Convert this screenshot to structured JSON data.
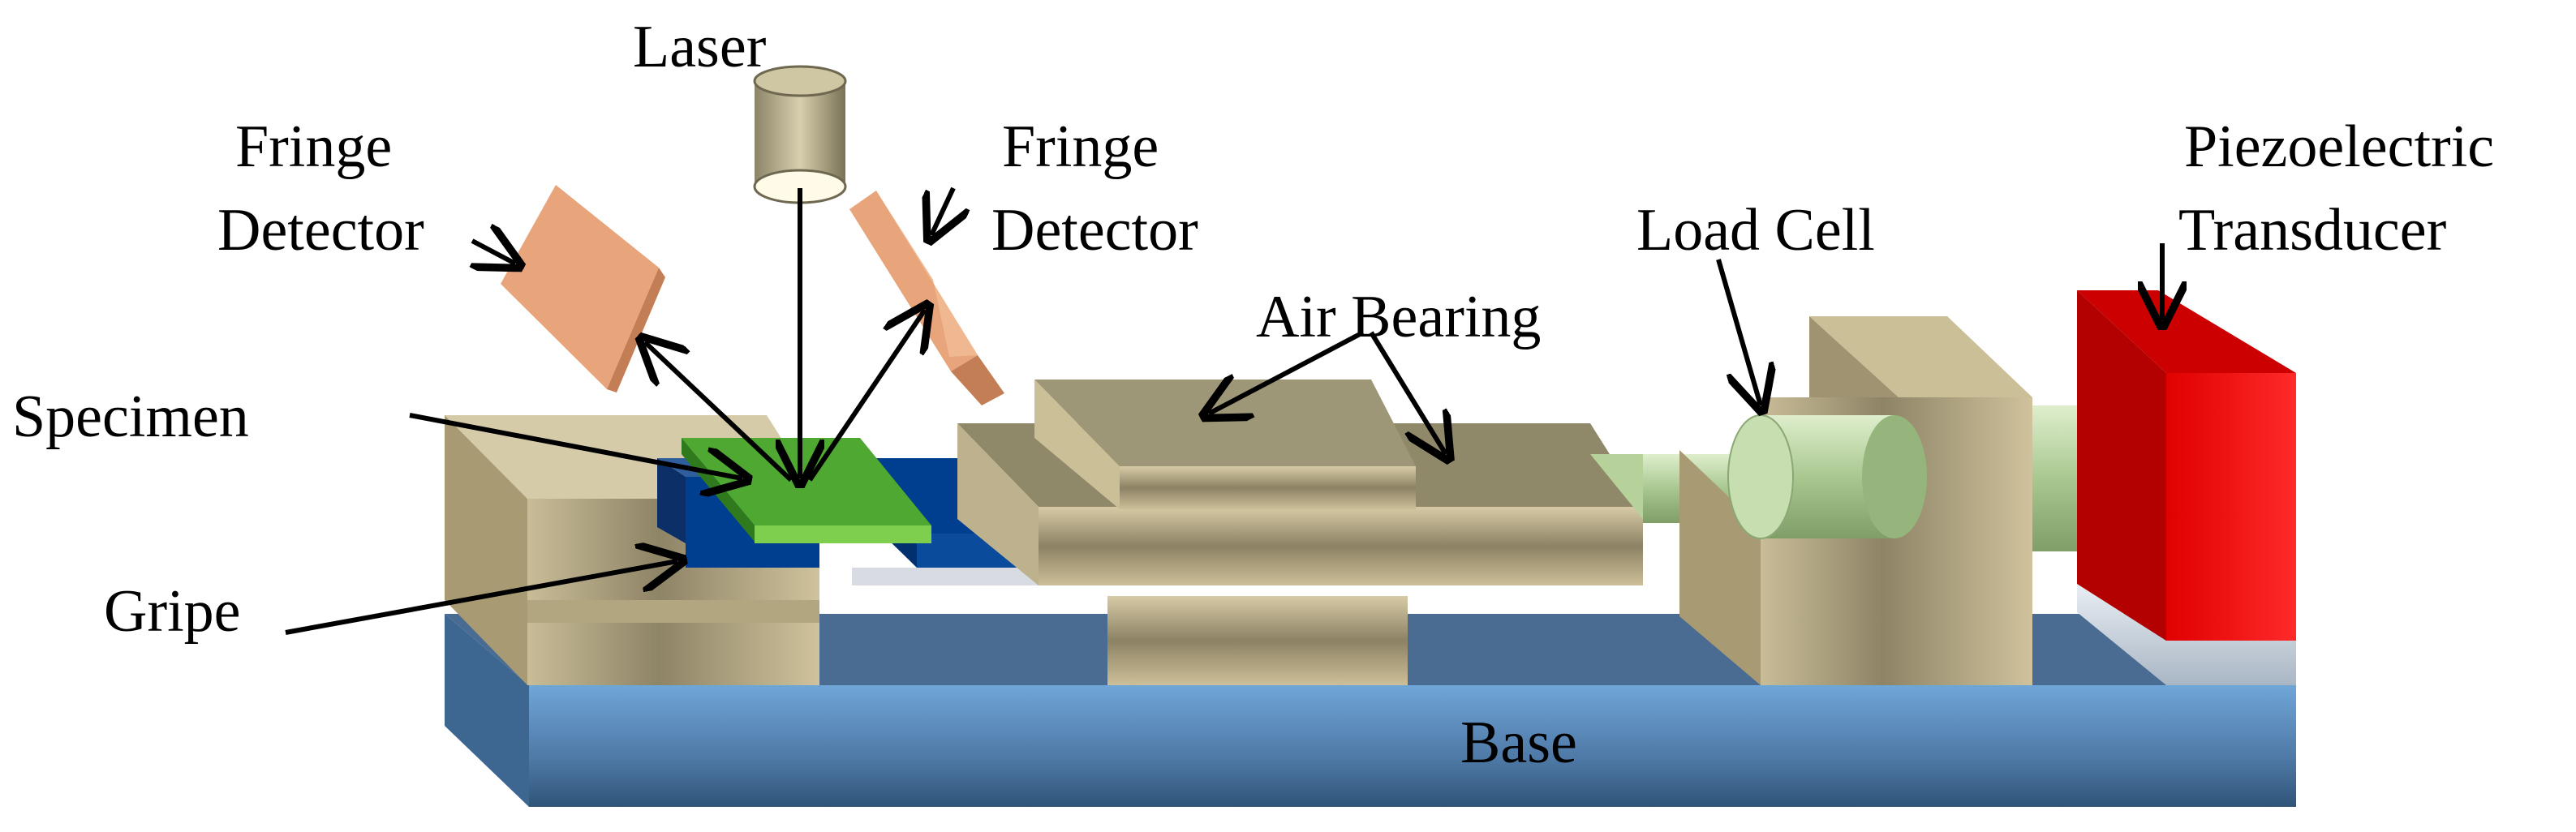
{
  "labels": {
    "laser": "Laser",
    "fringe_left_1": "Fringe",
    "fringe_left_2": "Detector",
    "fringe_right_1": "Fringe",
    "fringe_right_2": "Detector",
    "specimen": "Specimen",
    "gripe": "Gripe",
    "air_bearing": "Air Bearing",
    "load_cell": "Load Cell",
    "piezo_1": "Piezoelectric",
    "piezo_2": "Transducer",
    "base": "Base"
  }
}
